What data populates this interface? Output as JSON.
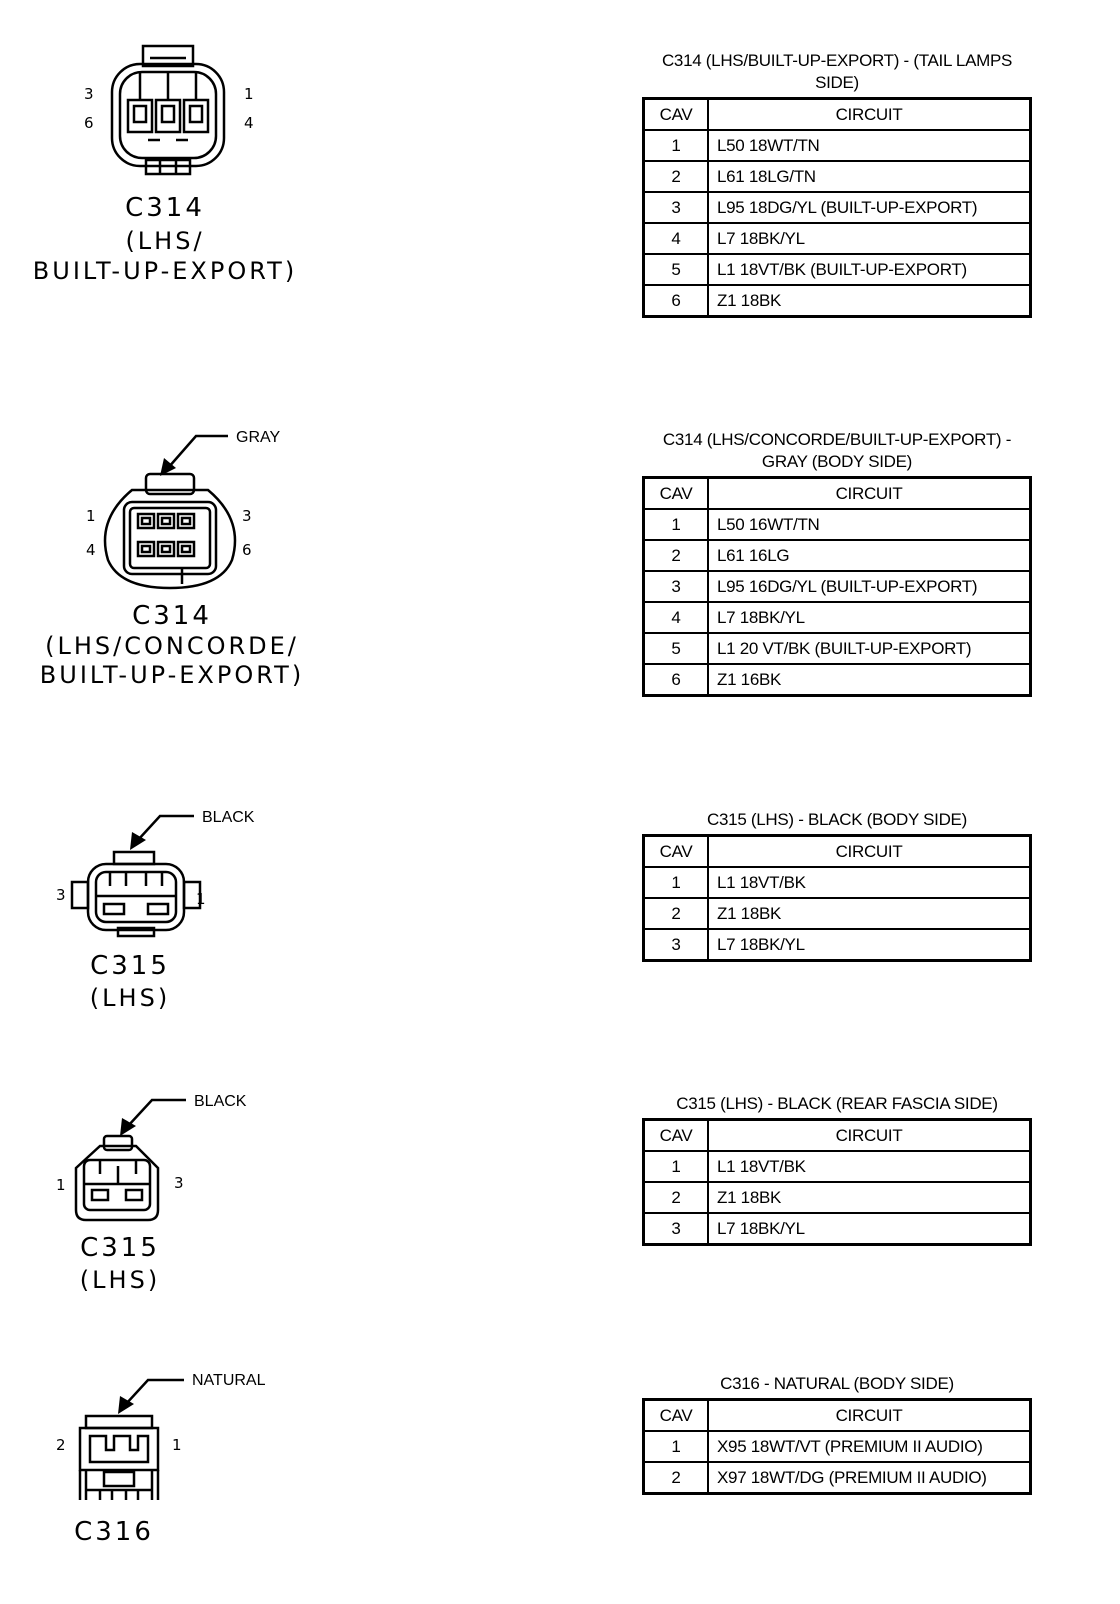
{
  "headers": {
    "cav": "CAV",
    "circuit": "CIRCUIT"
  },
  "connectors": [
    {
      "name": "C314",
      "subtitle": [
        "(LHS/",
        "BUILT-UP-EXPORT)"
      ],
      "color_label": "",
      "pins": [
        "3",
        "6",
        "1",
        "4"
      ],
      "table_title": [
        "C314 (LHS/BUILT-UP-EXPORT) - (TAIL LAMPS",
        "SIDE)"
      ],
      "rows": [
        {
          "cav": "1",
          "circuit": "L50 18WT/TN"
        },
        {
          "cav": "2",
          "circuit": "L61 18LG/TN"
        },
        {
          "cav": "3",
          "circuit": "L95 18DG/YL (BUILT-UP-EXPORT)"
        },
        {
          "cav": "4",
          "circuit": "L7 18BK/YL"
        },
        {
          "cav": "5",
          "circuit": "L1 18VT/BK (BUILT-UP-EXPORT)"
        },
        {
          "cav": "6",
          "circuit": "Z1 18BK"
        }
      ]
    },
    {
      "name": "C314",
      "subtitle": [
        "(LHS/CONCORDE/",
        "BUILT-UP-EXPORT)"
      ],
      "color_label": "GRAY",
      "pins": [
        "1",
        "4",
        "3",
        "6"
      ],
      "table_title": [
        "C314 (LHS/CONCORDE/BUILT-UP-EXPORT) -",
        "GRAY (BODY SIDE)"
      ],
      "rows": [
        {
          "cav": "1",
          "circuit": "L50 16WT/TN"
        },
        {
          "cav": "2",
          "circuit": "L61 16LG"
        },
        {
          "cav": "3",
          "circuit": "L95 16DG/YL (BUILT-UP-EXPORT)"
        },
        {
          "cav": "4",
          "circuit": "L7 18BK/YL"
        },
        {
          "cav": "5",
          "circuit": "L1 20 VT/BK (BUILT-UP-EXPORT)"
        },
        {
          "cav": "6",
          "circuit": "Z1 16BK"
        }
      ]
    },
    {
      "name": "C315",
      "subtitle": [
        "(LHS)"
      ],
      "color_label": "BLACK",
      "pins": [
        "3",
        "1"
      ],
      "table_title": [
        "C315 (LHS) - BLACK (BODY SIDE)"
      ],
      "rows": [
        {
          "cav": "1",
          "circuit": "L1 18VT/BK"
        },
        {
          "cav": "2",
          "circuit": "Z1 18BK"
        },
        {
          "cav": "3",
          "circuit": "L7 18BK/YL"
        }
      ]
    },
    {
      "name": "C315",
      "subtitle": [
        "(LHS)"
      ],
      "color_label": "BLACK",
      "pins": [
        "1",
        "3"
      ],
      "table_title": [
        "C315 (LHS) - BLACK (REAR FASCIA SIDE)"
      ],
      "rows": [
        {
          "cav": "1",
          "circuit": "L1 18VT/BK"
        },
        {
          "cav": "2",
          "circuit": "Z1 18BK"
        },
        {
          "cav": "3",
          "circuit": "L7 18BK/YL"
        }
      ]
    },
    {
      "name": "C316",
      "subtitle": [],
      "color_label": "NATURAL",
      "pins": [
        "2",
        "1"
      ],
      "table_title": [
        "C316 - NATURAL (BODY SIDE)"
      ],
      "rows": [
        {
          "cav": "1",
          "circuit": "X95 18WT/VT (PREMIUM II AUDIO)"
        },
        {
          "cav": "2",
          "circuit": "X97 18WT/DG (PREMIUM II AUDIO)"
        }
      ]
    }
  ]
}
